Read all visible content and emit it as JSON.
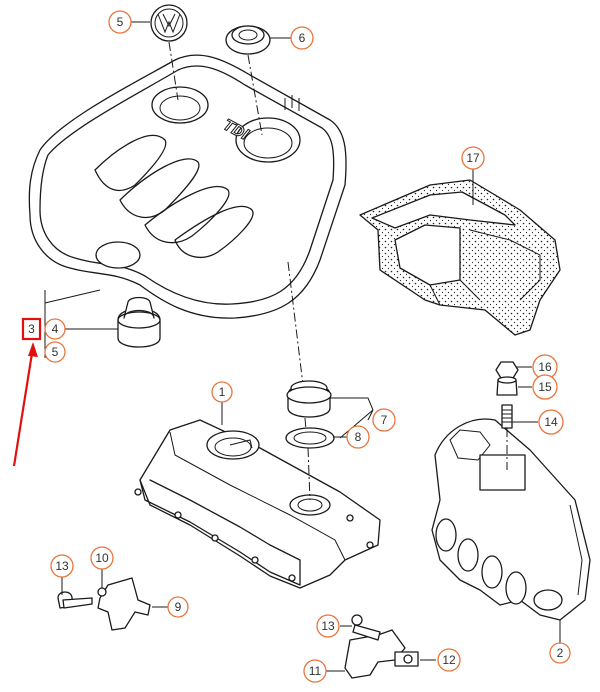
{
  "colors": {
    "badge_outline": "#e8743b",
    "highlight": "#e01010",
    "line": "#1a1a1a"
  },
  "callouts": [
    {
      "id": "c5a",
      "label": "5"
    },
    {
      "id": "c6",
      "label": "6"
    },
    {
      "id": "c17",
      "label": "17"
    },
    {
      "id": "c3",
      "label": "3"
    },
    {
      "id": "c4",
      "label": "4"
    },
    {
      "id": "c5b",
      "label": "5"
    },
    {
      "id": "c1",
      "label": "1"
    },
    {
      "id": "c7",
      "label": "7"
    },
    {
      "id": "c8",
      "label": "8"
    },
    {
      "id": "c16",
      "label": "16"
    },
    {
      "id": "c15",
      "label": "15"
    },
    {
      "id": "c14",
      "label": "14"
    },
    {
      "id": "c13a",
      "label": "13"
    },
    {
      "id": "c10",
      "label": "10"
    },
    {
      "id": "c9",
      "label": "9"
    },
    {
      "id": "c13b",
      "label": "13"
    },
    {
      "id": "c11",
      "label": "11"
    },
    {
      "id": "c12",
      "label": "12"
    },
    {
      "id": "c2",
      "label": "2"
    }
  ],
  "emboss_text": "TDI",
  "highlighted_callout": "3"
}
